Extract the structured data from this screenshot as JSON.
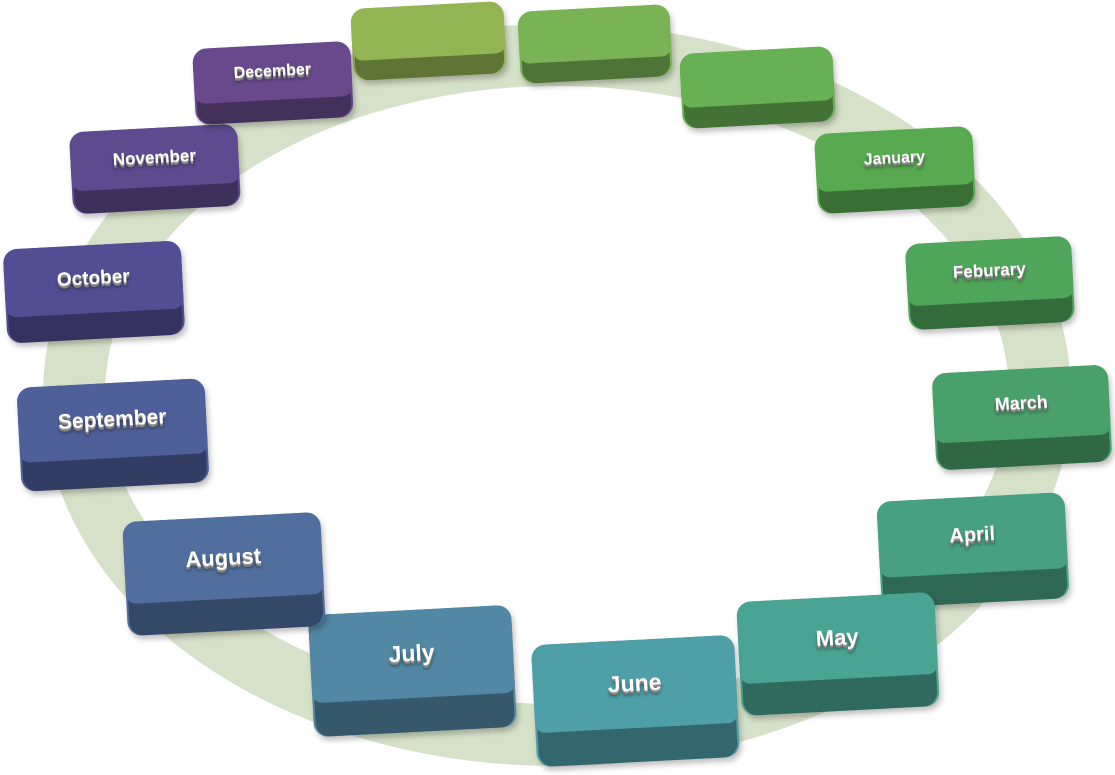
{
  "ring_color": "#d6e1c9",
  "blocks": [
    {
      "label": "",
      "color": "#93b453"
    },
    {
      "label": "",
      "color": "#7ab356"
    },
    {
      "label": "",
      "color": "#68b054"
    },
    {
      "label": "January",
      "color": "#58aa50"
    },
    {
      "label": "Feburary",
      "color": "#4fa55a"
    },
    {
      "label": "March",
      "color": "#4aa06a"
    },
    {
      "label": "April",
      "color": "#47a082"
    },
    {
      "label": "May",
      "color": "#4aa493"
    },
    {
      "label": "June",
      "color": "#4f9fa8"
    },
    {
      "label": "July",
      "color": "#5288a3"
    },
    {
      "label": "August",
      "color": "#506f9e"
    },
    {
      "label": "September",
      "color": "#4f5f9a"
    },
    {
      "label": "October",
      "color": "#524e93"
    },
    {
      "label": "November",
      "color": "#5e4a8f"
    },
    {
      "label": "December",
      "color": "#684a8c"
    }
  ]
}
